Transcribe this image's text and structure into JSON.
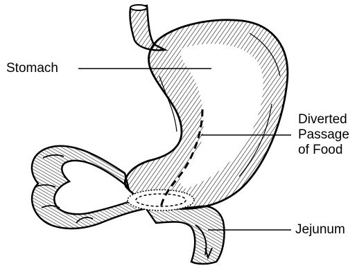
{
  "labels": {
    "stomach": "Stomach",
    "diverted": [
      "Diverted",
      "Passage",
      "of Food"
    ],
    "jejunum": "Jejunum"
  },
  "colors": {
    "ink": "#000000",
    "paper": "#ffffff"
  }
}
